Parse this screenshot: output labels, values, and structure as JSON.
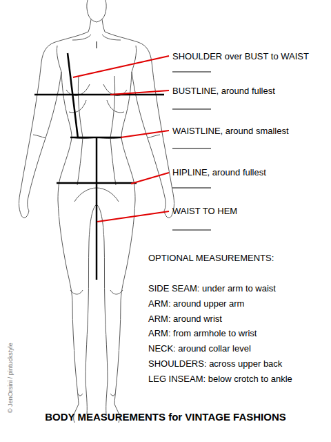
{
  "diagram": {
    "title": "BODY MEASUREMENTS for VINTAGE FASHIONS",
    "labels": [
      "SHOULDER over BUST to WAIST",
      "BUSTLINE, around fullest",
      "WAISTLINE, around smallest",
      "HIPLINE, around fullest",
      "WAIST TO HEM",
      "OPTIONAL MEASUREMENTS:",
      "SIDE SEAM: under arm to waist",
      "ARM: around upper arm",
      "ARM: around wrist",
      "ARM: from armhole to wrist",
      "NECK: around collar level",
      "SHOULDERS: across upper back",
      "LEG INSEAM: below crotch to ankle",
      "© JenOrsini / pintuckstyle"
    ]
  }
}
